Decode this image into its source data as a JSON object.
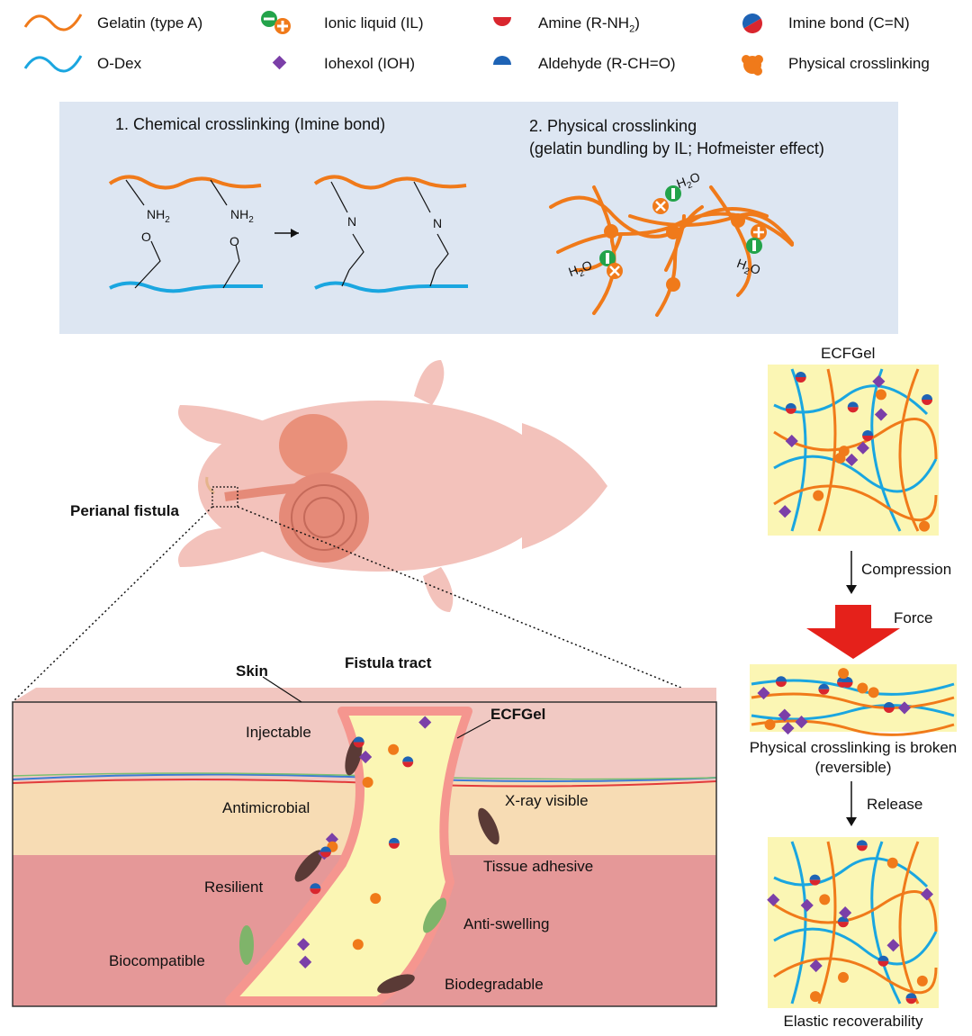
{
  "legend": {
    "gelatin": "Gelatin (type A)",
    "odex": "O-Dex",
    "il": "Ionic liquid (IL)",
    "ioh": "Iohexol (IOH)",
    "amine": "Amine (R-NH",
    "amine_sub": "2",
    "amine_end": ")",
    "aldehyde": "Aldehyde (R-CH=O)",
    "imine": "Imine bond  (C=N)",
    "physical": "Physical crosslinking"
  },
  "panel": {
    "chem_title": "1. Chemical crosslinking (Imine bond)",
    "phys_title_1": "2. Physical crosslinking",
    "phys_title_2": "(gelatin bundling by IL; Hofmeister effect)",
    "nh2": "NH",
    "nh2_sub": "2",
    "n": "N",
    "o": "O",
    "h2o": "H",
    "h2o_sub": "2",
    "h2o_end": "O"
  },
  "mouse": {
    "perianal": "Perianal fistula"
  },
  "cross_section": {
    "skin": "Skin",
    "fistula_tract": "Fistula tract",
    "ecfgel": "ECFGel",
    "injectable": "Injectable",
    "antimicrobial": "Antimicrobial",
    "resilient": "Resilient",
    "biocompatible": "Biocompatible",
    "xray": "X-ray visible",
    "tissue_adhesive": "Tissue adhesive",
    "anti_swelling": "Anti-swelling",
    "biodegradable": "Biodegradable"
  },
  "right": {
    "ecfgel": "ECFGel",
    "compression": "Compression",
    "force": "Force",
    "broken_1": "Physical crosslinking is broken",
    "broken_2": "(reversible)",
    "release": "Release",
    "elastic": "Elastic recoverability"
  },
  "colors": {
    "gelatin": "#f07a1a",
    "odex": "#1aa6e0",
    "ioh": "#7b3fa8",
    "amine": "#d9262e",
    "aldehyde": "#1e63b5",
    "il_green": "#23a34a",
    "panel_bg": "#dde6f2",
    "gel_bg": "#fbf6b4"
  }
}
